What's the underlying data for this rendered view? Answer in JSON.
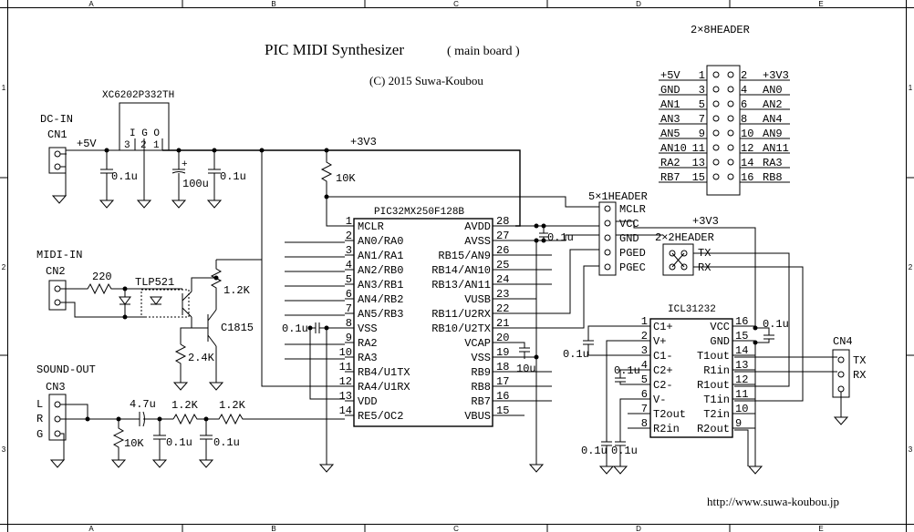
{
  "grid": {
    "columns": [
      "A",
      "B",
      "C",
      "D",
      "E"
    ],
    "rows": [
      "1",
      "2",
      "3"
    ]
  },
  "title": {
    "main": "PIC MIDI Synthesizer",
    "suffix": "( main board )",
    "copyright": "(C) 2015 Suwa-Koubou",
    "url": "http://www.suwa-koubou.jp"
  },
  "power": {
    "dc_in": "DC-IN",
    "cn1": "CN1",
    "plus5v": "+5V",
    "regulator": "XC6202P332TH",
    "reg_pins": "I G O",
    "reg_pin_nums": [
      "3",
      "2",
      "1"
    ],
    "rail33": "+3V3",
    "c1": "0.1u",
    "c2": "100u",
    "c3": "0.1u",
    "r_pullup": "10K"
  },
  "midi": {
    "label": "MIDI-IN",
    "cn2": "CN2",
    "r_in": "220",
    "opto": "TLP521",
    "r_col": "1.2K",
    "r_emit": "2.4K",
    "transistor": "C1815"
  },
  "sound": {
    "label": "SOUND-OUT",
    "cn3": "CN3",
    "pins": [
      "L",
      "R",
      "G"
    ],
    "cap": "4.7u",
    "r1": "1.2K",
    "r2": "1.2K",
    "r10k": "10K",
    "c1": "0.1u",
    "c2": "0.1u"
  },
  "mcu": {
    "name": "PIC32MX250F128B",
    "left_pins": [
      {
        "num": "1",
        "name": "MCLR"
      },
      {
        "num": "2",
        "name": "AN0/RA0"
      },
      {
        "num": "3",
        "name": "AN1/RA1"
      },
      {
        "num": "4",
        "name": "AN2/RB0"
      },
      {
        "num": "5",
        "name": "AN3/RB1"
      },
      {
        "num": "6",
        "name": "AN4/RB2"
      },
      {
        "num": "7",
        "name": "AN5/RB3"
      },
      {
        "num": "8",
        "name": "VSS"
      },
      {
        "num": "9",
        "name": "RA2"
      },
      {
        "num": "10",
        "name": "RA3"
      },
      {
        "num": "11",
        "name": "RB4/U1TX"
      },
      {
        "num": "12",
        "name": "RA4/U1RX"
      },
      {
        "num": "13",
        "name": "VDD"
      },
      {
        "num": "14",
        "name": "RE5/OC2"
      }
    ],
    "right_pins": [
      {
        "num": "28",
        "name": "AVDD"
      },
      {
        "num": "27",
        "name": "AVSS"
      },
      {
        "num": "26",
        "name": "RB15/AN9"
      },
      {
        "num": "25",
        "name": "RB14/AN10"
      },
      {
        "num": "24",
        "name": "RB13/AN11"
      },
      {
        "num": "23",
        "name": "VUSB"
      },
      {
        "num": "22",
        "name": "RB11/U2RX"
      },
      {
        "num": "21",
        "name": "RB10/U2TX"
      },
      {
        "num": "20",
        "name": "VCAP"
      },
      {
        "num": "19",
        "name": "VSS"
      },
      {
        "num": "18",
        "name": "RB9"
      },
      {
        "num": "17",
        "name": "RB8"
      },
      {
        "num": "16",
        "name": "RB7"
      },
      {
        "num": "15",
        "name": "VBUS"
      }
    ],
    "cap_vss": "0.1u",
    "cap_avdd": "0.1u",
    "cap_vcap": "10u"
  },
  "header5": {
    "name": "5×1HEADER",
    "pins": [
      "MCLR",
      "VCC",
      "GND",
      "PGED",
      "PGEC"
    ]
  },
  "header2x2": {
    "name": "2×2HEADER",
    "rail": "+3V3",
    "pins": [
      "TX",
      "RX"
    ]
  },
  "header2x8": {
    "name": "2×8HEADER",
    "rows": [
      {
        "l": "+5V",
        "ln": "1",
        "rn": "2",
        "r": "+3V3"
      },
      {
        "l": "GND",
        "ln": "3",
        "rn": "4",
        "r": "AN0"
      },
      {
        "l": "AN1",
        "ln": "5",
        "rn": "6",
        "r": "AN2"
      },
      {
        "l": "AN3",
        "ln": "7",
        "rn": "8",
        "r": "AN4"
      },
      {
        "l": "AN5",
        "ln": "9",
        "rn": "10",
        "r": "AN9"
      },
      {
        "l": "AN10",
        "ln": "11",
        "rn": "12",
        "r": "AN11"
      },
      {
        "l": "RA2",
        "ln": "13",
        "rn": "14",
        "r": "RA3"
      },
      {
        "l": "RB7",
        "ln": "15",
        "rn": "16",
        "r": "RB8"
      }
    ]
  },
  "icl": {
    "name": "ICL31232",
    "left_pins": [
      {
        "num": "1",
        "name": "C1+"
      },
      {
        "num": "2",
        "name": "V+"
      },
      {
        "num": "3",
        "name": "C1-"
      },
      {
        "num": "4",
        "name": "C2+"
      },
      {
        "num": "5",
        "name": "C2-"
      },
      {
        "num": "6",
        "name": "V-"
      },
      {
        "num": "7",
        "name": "T2out"
      },
      {
        "num": "8",
        "name": "R2in"
      }
    ],
    "right_pins": [
      {
        "num": "16",
        "name": "VCC"
      },
      {
        "num": "15",
        "name": "GND"
      },
      {
        "num": "14",
        "name": "T1out"
      },
      {
        "num": "13",
        "name": "R1in"
      },
      {
        "num": "12",
        "name": "R1out"
      },
      {
        "num": "11",
        "name": "T1in"
      },
      {
        "num": "10",
        "name": "T2in"
      },
      {
        "num": "9",
        "name": "R2out"
      }
    ],
    "caps": [
      "0.1u",
      "0.1u",
      "0.1u",
      "0.1u",
      "0.1u"
    ]
  },
  "cn4": {
    "name": "CN4",
    "pins": [
      "TX",
      "RX"
    ]
  }
}
